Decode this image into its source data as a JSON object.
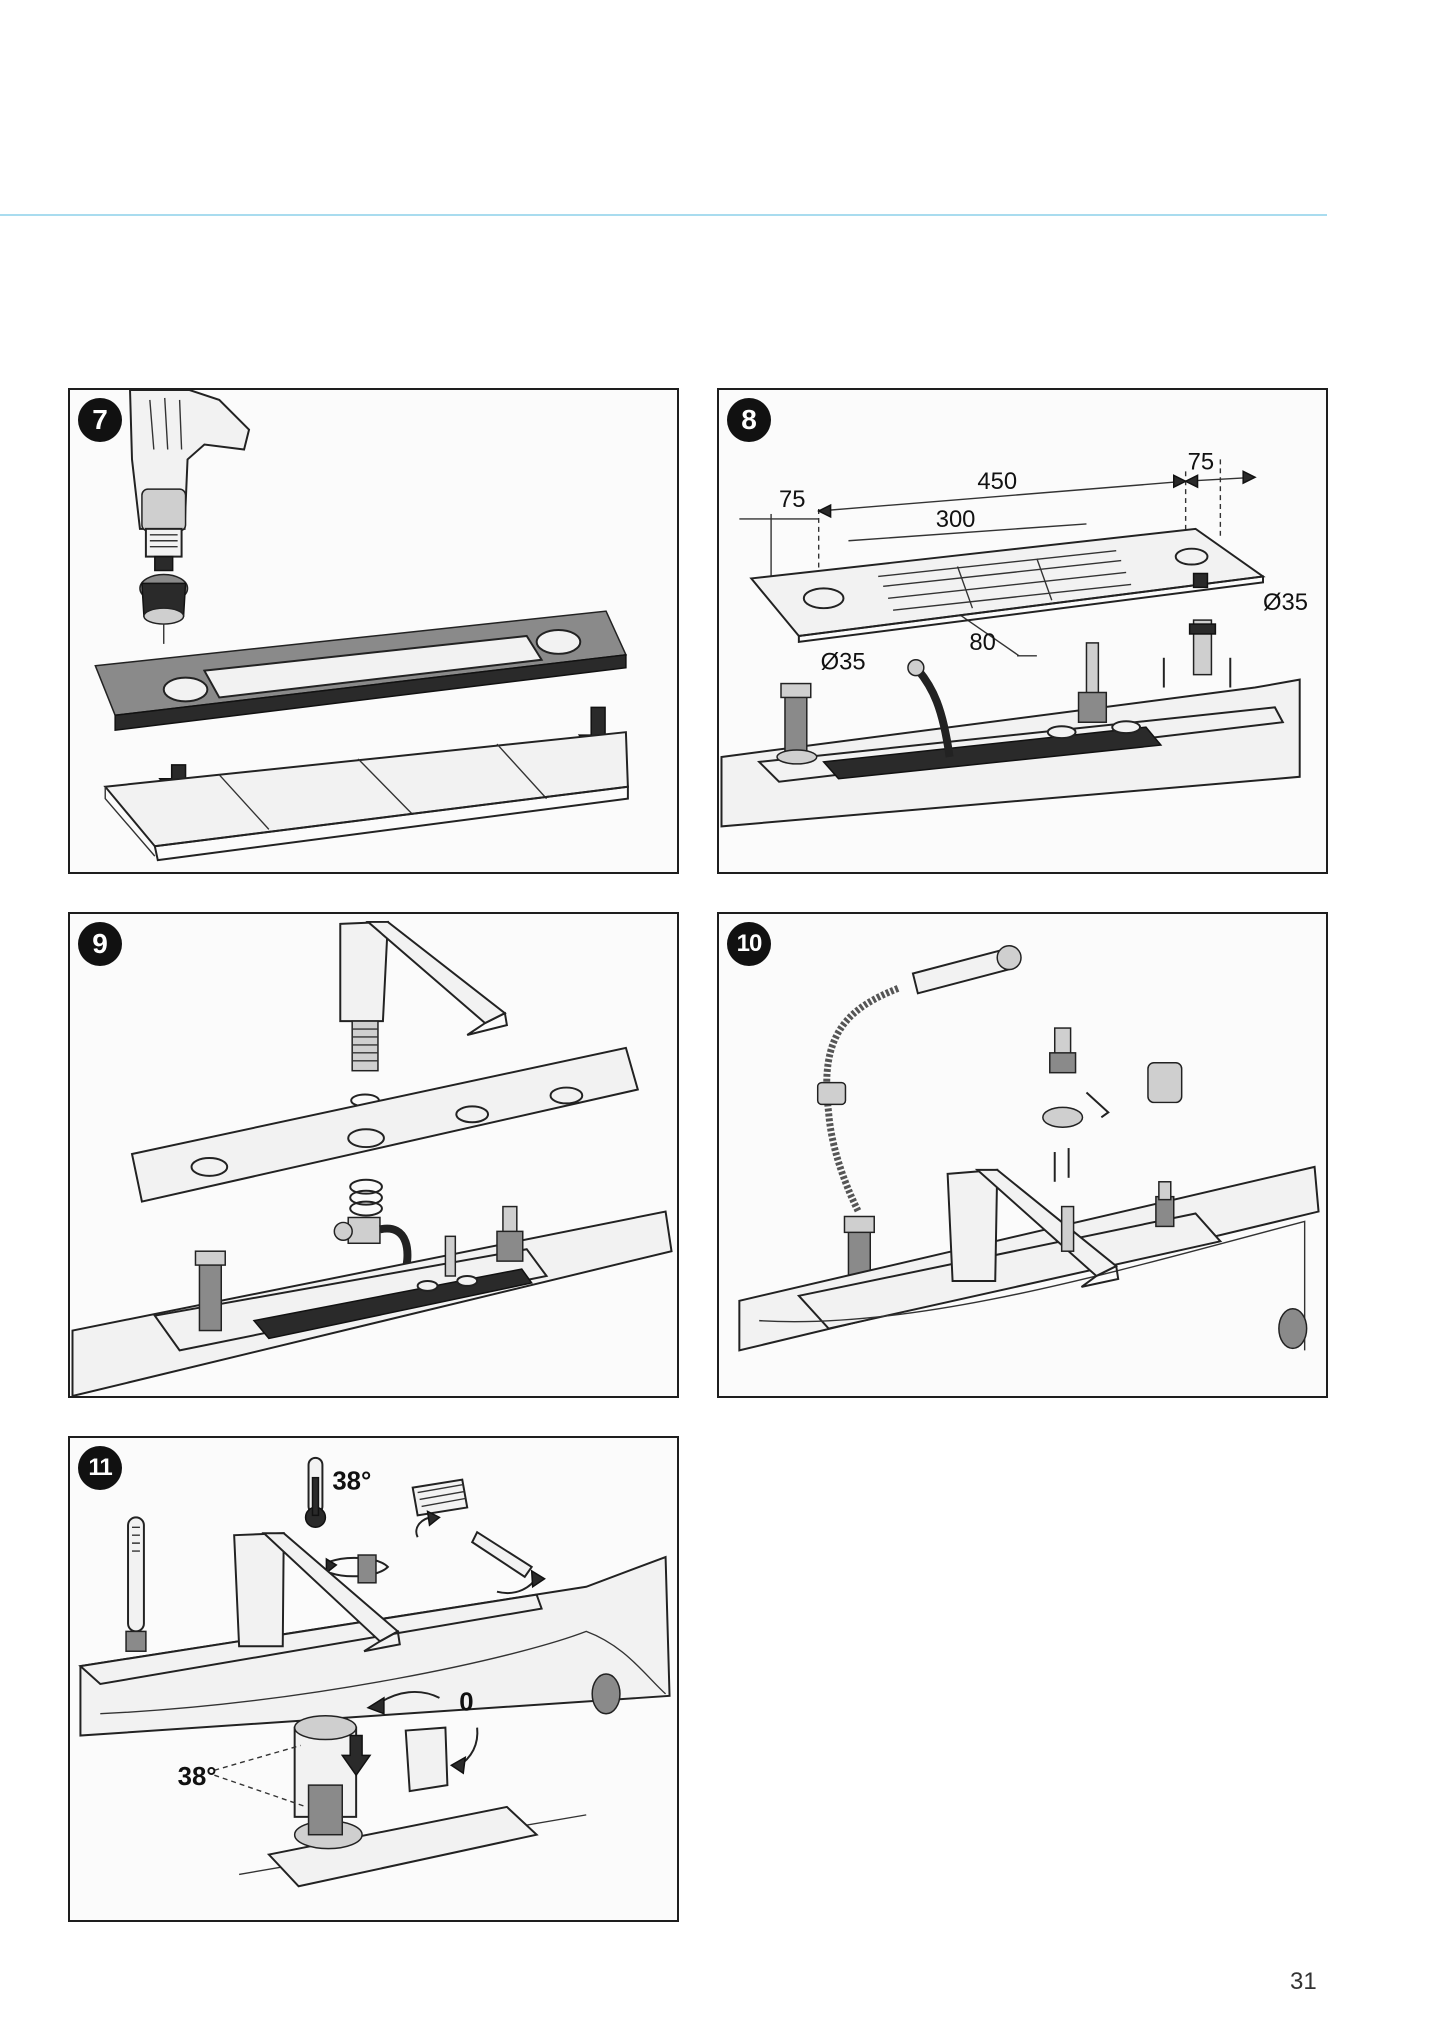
{
  "page": {
    "number": "31"
  },
  "steps": [
    {
      "number": "7"
    },
    {
      "number": "8",
      "dims": {
        "d75_left": "75",
        "d450": "450",
        "d75_right": "75",
        "d300": "300",
        "d80": "80",
        "dia_left": "Ø35",
        "dia_right": "Ø35"
      }
    },
    {
      "number": "9"
    },
    {
      "number": "10"
    },
    {
      "number": "11",
      "temp_top": "38°",
      "zero": "0",
      "temp_bottom": "38°"
    }
  ]
}
